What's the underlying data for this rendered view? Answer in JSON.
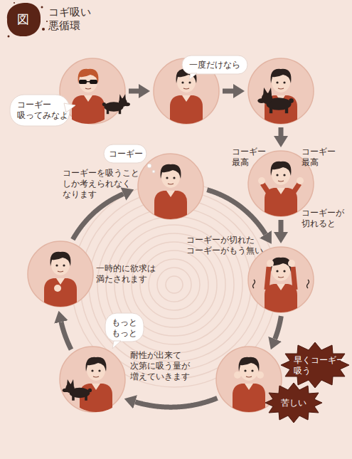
{
  "diagram": {
    "title": "コギ吸い 悪循環",
    "nodes": [
      {
        "text": [
          "コーギー 吸ってみなよ"
        ]
      },
      {
        "text": [
          "一度だけなら"
        ]
      },
      {
        "text": []
      },
      {
        "text": [
          "コーギー 最高",
          "コーギー 最高"
        ]
      },
      {
        "text": [
          "コーギーが切れた コーギーがもう無い"
        ]
      },
      {
        "text": [
          "早くコーギー吸う",
          "苦しい"
        ]
      },
      {
        "text": [
          "もっと もっと"
        ]
      },
      {
        "text": [
          "一時的に欲求は 満たされます"
        ]
      },
      {
        "text": [
          "コーギー",
          "コーギーを吸うこと しか考えられなく なります"
        ]
      }
    ],
    "edges": [
      {
        "from": 0,
        "to": 1,
        "arrow": "to"
      },
      {
        "from": 1,
        "to": 2,
        "arrow": "to"
      },
      {
        "from": 2,
        "to": 3,
        "arrow": "to"
      },
      {
        "from": 3,
        "to": 4,
        "label": "コーギーが 切れると",
        "arrow": "to"
      },
      {
        "from": 4,
        "to": 5,
        "arrow": "to"
      },
      {
        "from": 5,
        "to": 6,
        "label": "耐性が出来て 次第に吸う量が 増えていきます",
        "arrow": "to"
      },
      {
        "from": 6,
        "to": 7,
        "arrow": "to"
      },
      {
        "from": 7,
        "to": 8,
        "arrow": "to"
      },
      {
        "from": 8,
        "to": 4,
        "arrow": "to"
      }
    ],
    "labels": [
      "図"
    ]
  }
}
